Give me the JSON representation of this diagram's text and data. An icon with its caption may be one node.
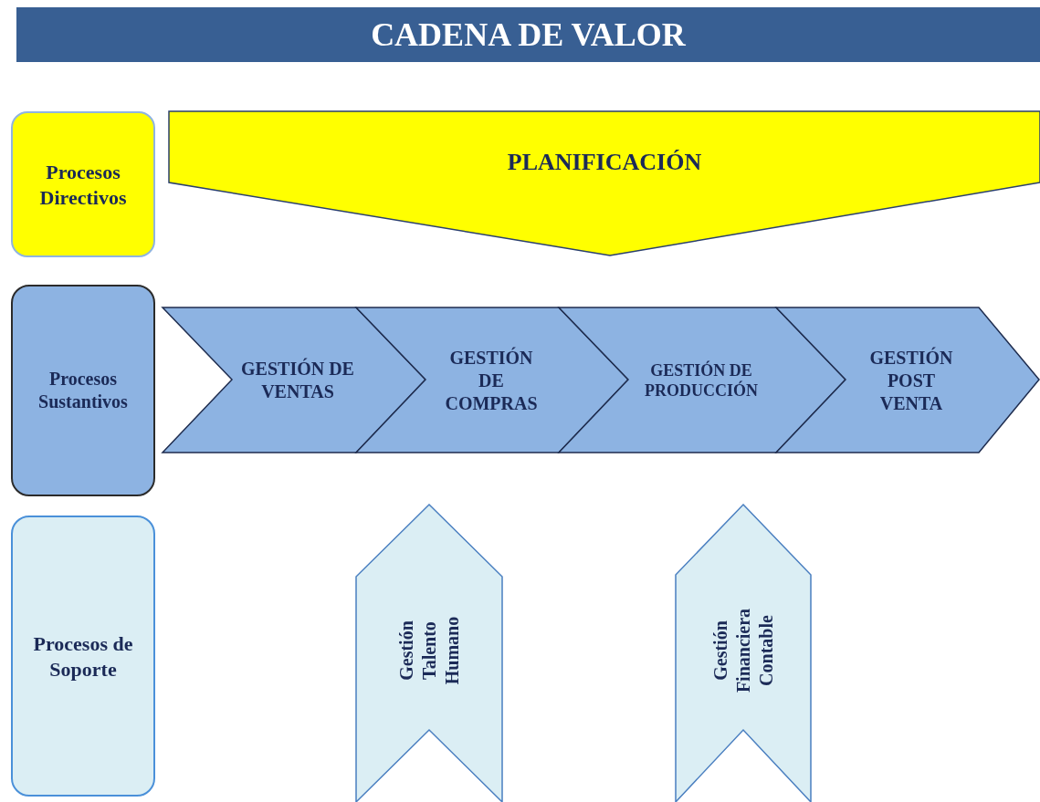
{
  "diagram": {
    "title": "CADENA DE VALOR",
    "nodes": [
      {
        "text": [
          "Procesos Directivos"
        ]
      },
      {
        "text": [
          "PLANIFICACIÓN"
        ]
      },
      {
        "text": [
          "Procesos Sustantivos"
        ]
      },
      {
        "text": [
          "GESTIÓN DE VENTAS"
        ]
      },
      {
        "text": [
          "GESTIÓN DE COMPRAS"
        ]
      },
      {
        "text": [
          "GESTIÓN DE PRODUCCIÓN"
        ]
      },
      {
        "text": [
          "GESTIÓN POST VENTA"
        ]
      },
      {
        "text": [
          "Procesos de Soporte"
        ]
      },
      {
        "text": [
          "Gestión Talento Humano"
        ]
      },
      {
        "text": [
          "Gestión Financiera Contable"
        ]
      }
    ]
  }
}
